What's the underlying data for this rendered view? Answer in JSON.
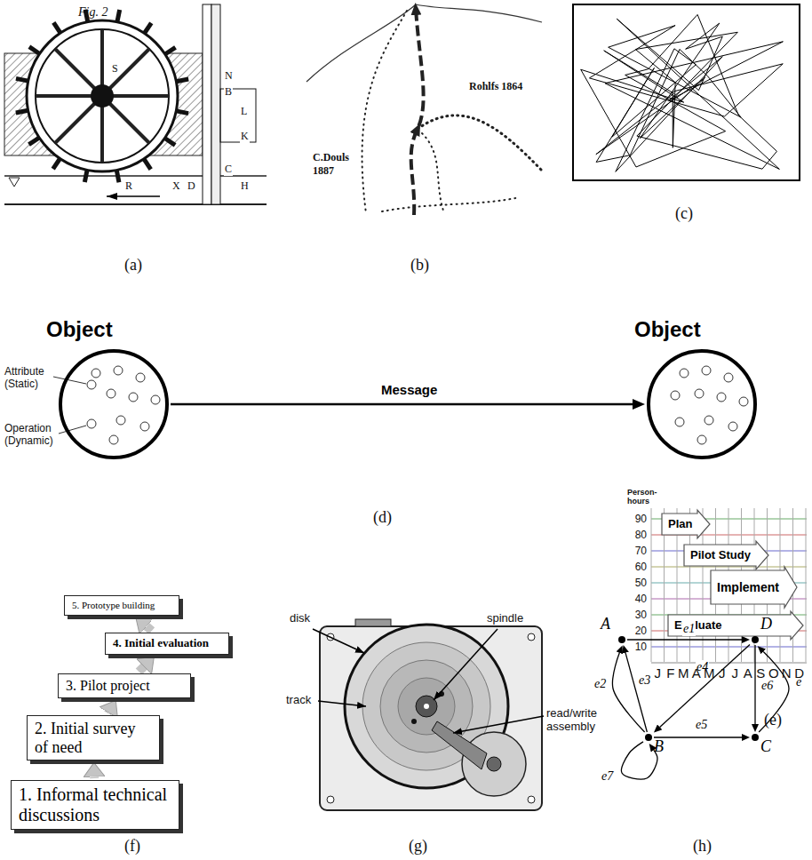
{
  "diagram": {
    "nodes": [
      {
        "text": [
          "Object"
        ]
      },
      {
        "text": [
          "Object"
        ]
      },
      {
        "text": [
          "Plan"
        ]
      },
      {
        "text": [
          "Pilot Study"
        ]
      },
      {
        "text": [
          "Implement"
        ]
      },
      {
        "text": [
          "Evaluate"
        ]
      },
      {
        "text": [
          "1. Informal technical discussions"
        ]
      },
      {
        "text": [
          "2. Initial survey of need"
        ]
      },
      {
        "text": [
          "3. Pilot project"
        ]
      },
      {
        "text": [
          "4. Initial evaluation"
        ]
      },
      {
        "text": [
          "5. Prototype building"
        ]
      },
      {
        "text": [
          "A"
        ]
      },
      {
        "text": [
          "D"
        ]
      },
      {
        "text": [
          "B"
        ]
      },
      {
        "text": [
          "C"
        ]
      }
    ],
    "edges": [
      {
        "from": 0,
        "to": 1,
        "arrow": "to",
        "label": "Message"
      },
      {
        "from": 6,
        "to": 7,
        "arrow": "to"
      },
      {
        "from": 7,
        "to": 8,
        "arrow": "to"
      },
      {
        "from": 8,
        "to": 9,
        "arrow": "to"
      },
      {
        "from": 9,
        "to": 10,
        "arrow": "to"
      },
      {
        "from": 11,
        "to": 12,
        "arrow": "to",
        "label": "e1"
      },
      {
        "from": 13,
        "to": 11,
        "arrow": "to",
        "label": "e2"
      },
      {
        "from": 13,
        "to": 11,
        "arrow": "to",
        "label": "e3"
      },
      {
        "from": 12,
        "to": 13,
        "arrow": "to",
        "label": "e4"
      },
      {
        "from": 13,
        "to": 14,
        "arrow": "to",
        "label": "e5"
      },
      {
        "from": 12,
        "to": 14,
        "arrow": "to",
        "label": "e6"
      },
      {
        "from": 13,
        "to": 13,
        "arrow": "to",
        "label": "e7"
      },
      {
        "from": 14,
        "to": 12,
        "arrow": "to",
        "label": "e"
      }
    ],
    "labels": [
      "Fig. 2",
      "S",
      "N",
      "B",
      "L",
      "K",
      "C",
      "R",
      "X",
      "D",
      "H",
      "(a)",
      "Rohlfs 1864",
      "C.Douls 1887",
      "(b)",
      "(c)",
      "Attribute (Static)",
      "Operation (Dynamic)",
      "(d)",
      "Person-hours",
      "90",
      "80",
      "70",
      "60",
      "50",
      "40",
      "30",
      "20",
      "10",
      "J",
      "F",
      "M",
      "A",
      "M",
      "J",
      "J",
      "A",
      "S",
      "O",
      "N",
      "D",
      "(e)",
      "(f)",
      "disk",
      "spindle",
      "track",
      "read/write assembly",
      "(g)",
      "(h)"
    ]
  }
}
